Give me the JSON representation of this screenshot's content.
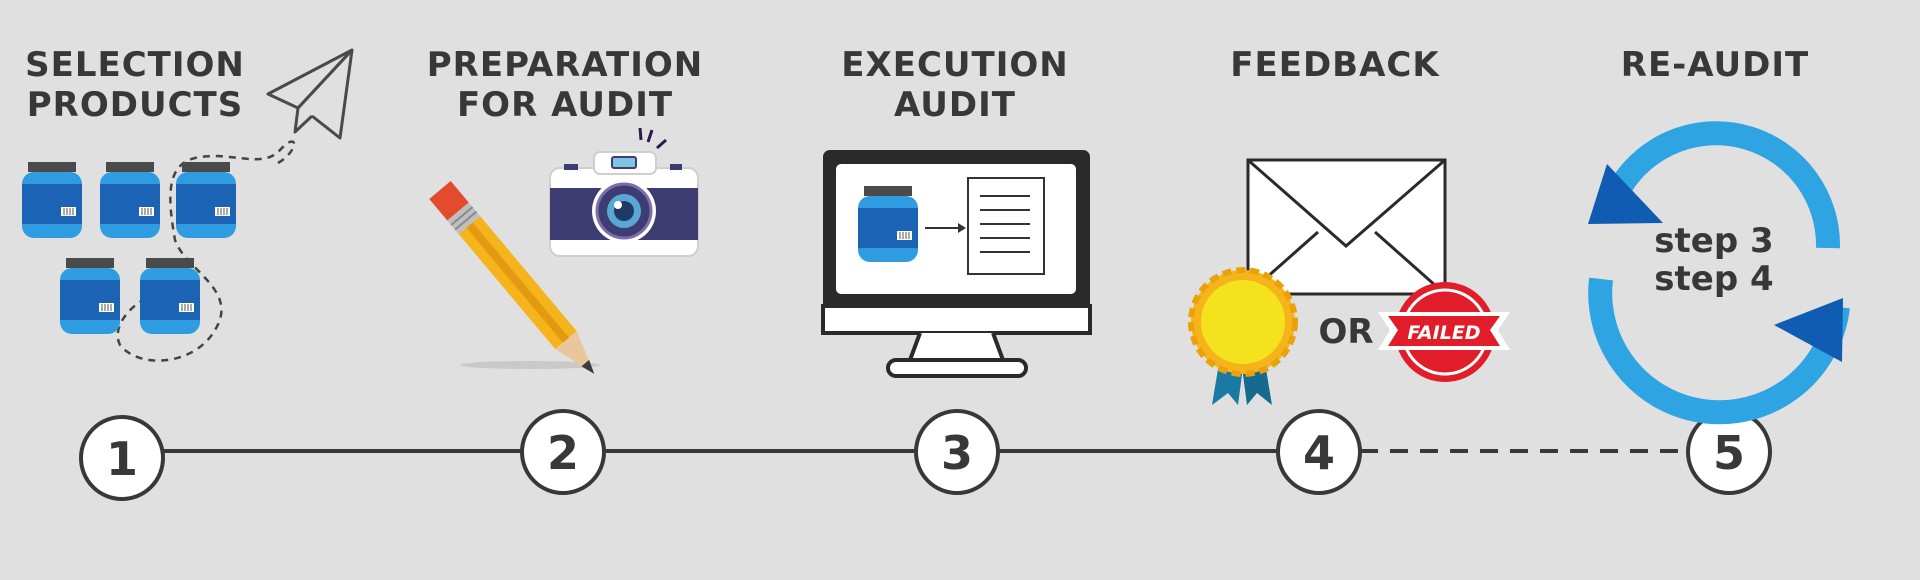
{
  "steps": [
    {
      "number": "1",
      "title_line1": "SELECTION",
      "title_line2": "PRODUCTS"
    },
    {
      "number": "2",
      "title_line1": "PREPARATION",
      "title_line2": "FOR AUDIT"
    },
    {
      "number": "3",
      "title_line1": "EXECUTION",
      "title_line2": "AUDIT"
    },
    {
      "number": "4",
      "title_line1": "FEEDBACK",
      "title_line2": ""
    },
    {
      "number": "5",
      "title_line1": "RE-AUDIT",
      "title_line2": ""
    }
  ],
  "feedback": {
    "or_label": "OR",
    "failed_label": "FAILED"
  },
  "reaudit": {
    "line1": "step 3",
    "line2": "step 4"
  },
  "colors": {
    "background": "#e0e0e0",
    "text": "#383838",
    "jar_blue": "#1b63b4",
    "jar_light": "#2f9be0",
    "cycle_blue": "#2ea4e2",
    "arrow_dark": "#0f5cb2",
    "failed_red": "#e21d2a",
    "medal_yellow": "#f5e21e",
    "ribbon_teal": "#1b7aa3",
    "pencil_yellow": "#f5b31c",
    "camera_purple": "#3d3c73"
  }
}
